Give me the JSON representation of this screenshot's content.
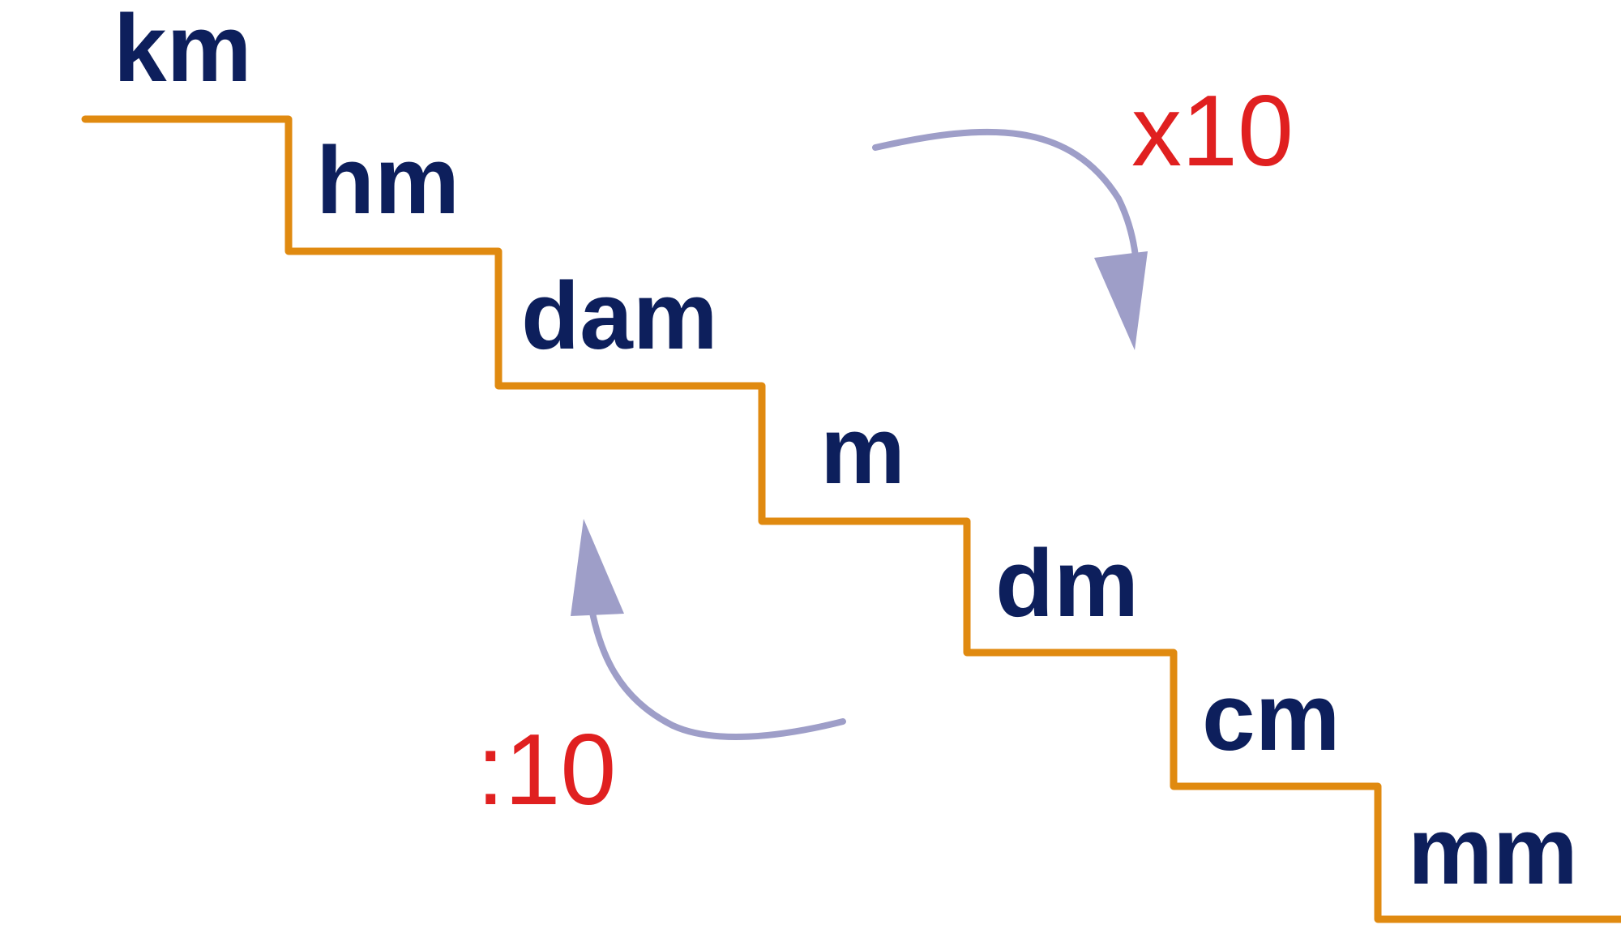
{
  "diagram": {
    "units": [
      "km",
      "hm",
      "dam",
      "m",
      "dm",
      "cm",
      "mm"
    ],
    "multiply_label": "x10",
    "divide_label": ":10",
    "colors": {
      "unit_text": "#0d1f5c",
      "operator_text": "#e02020",
      "staircase": "#e08a10",
      "arrows": "#9e9ec8",
      "background": "#ffffff"
    }
  }
}
